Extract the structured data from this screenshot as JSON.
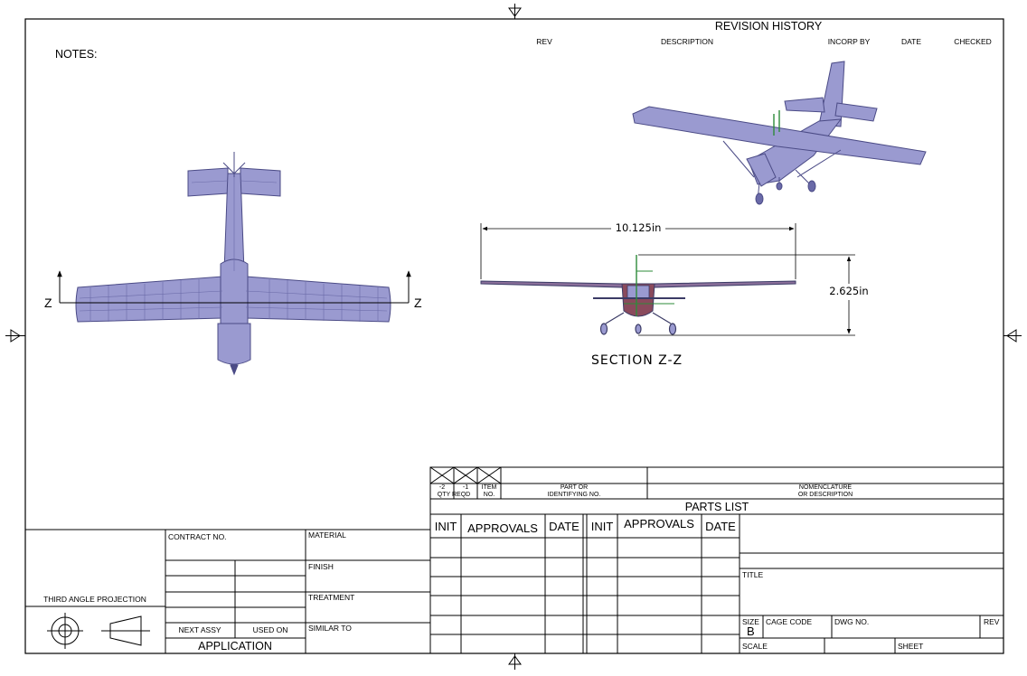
{
  "notes_label": "NOTES:",
  "revision": {
    "title": "REVISION  HISTORY",
    "columns": [
      "REV",
      "DESCRIPTION",
      "INCORP BY",
      "DATE",
      "CHECKED"
    ]
  },
  "views": {
    "section_marker": "Z",
    "section_label": "SECTION Z-Z",
    "dim_span": "10.125in",
    "dim_height": "2.625in"
  },
  "parts_list": {
    "qty_neg2": "-2",
    "qty_neg1": "-1",
    "qty_reqd": "QTY REQD",
    "item": "ITEM",
    "item_no": "NO.",
    "part_or": "PART OR",
    "identifying_no": "IDENTIFYING NO.",
    "nomenclature": "NOMENCLATURE",
    "or_description": "OR DESCRIPTION",
    "title": "PARTS  LIST"
  },
  "approvals": {
    "init": "INIT",
    "approvals": "APPROVALS",
    "date": "DATE"
  },
  "title_block": {
    "title_label": "TITLE",
    "size_label": "SIZE",
    "size_value": "B",
    "cage_code": "CAGE CODE",
    "dwg_no": "DWG NO.",
    "rev": "REV",
    "scale": "SCALE",
    "sheet": "SHEET"
  },
  "left_block": {
    "contract_no": "CONTRACT NO.",
    "material": "MATERIAL",
    "finish": "FINISH",
    "treatment": "TREATMENT",
    "similar_to": "SIMILAR TO",
    "next_assy": "NEXT ASSY",
    "used_on": "USED ON",
    "application": "APPLICATION",
    "projection": "THIRD  ANGLE  PROJECTION"
  },
  "colors": {
    "aircraft_fill": "#9a9ad0",
    "aircraft_line": "#4b4b86",
    "accent_red": "#8a4a5c",
    "accent_green": "#2e8b3a"
  }
}
